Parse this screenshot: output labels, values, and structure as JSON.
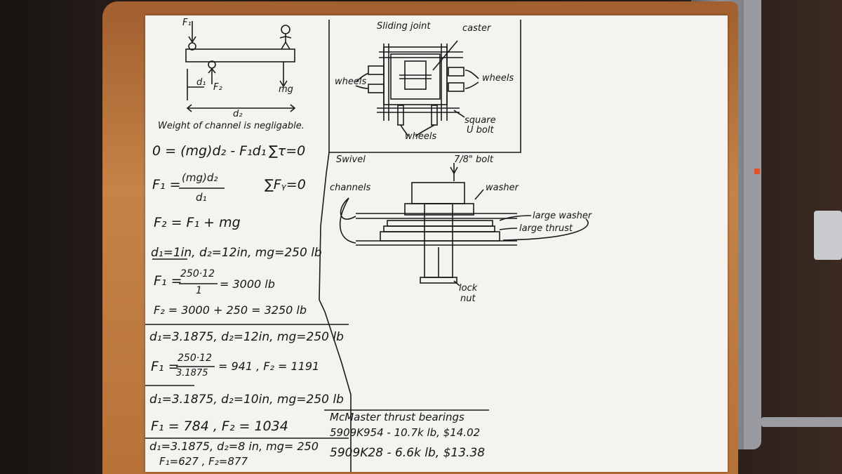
{
  "beam": {
    "f1": "F₁",
    "f2": "F₂",
    "d1": "d₁",
    "mg": "mg",
    "d2": "d₂",
    "note": "Weight of channel is negligable."
  },
  "equations": {
    "torque_eq": "0 = (mg)d₂ - F₁d₁",
    "torque_sum": "∑τ=0",
    "f1_lhs": "F₁ =",
    "f1_num": "(mg)d₂",
    "f1_den": "d₁",
    "fy_sum": "∑Fᵧ=0",
    "f2_eq": "F₂ = F₁ + mg"
  },
  "case1": {
    "params": "d₁=1in, d₂=12in, mg=250 lb",
    "f1_lhs": "F₁ =",
    "f1_num": "250·12",
    "f1_den": "1",
    "f1_res": "= 3000 lb",
    "f2": "F₂ = 3000 + 250 = 3250 lb"
  },
  "case2": {
    "params": "d₁=3.1875, d₂=12in, mg=250 lb",
    "f1_lhs": "F₁ =",
    "f1_num": "250·12",
    "f1_den": "3.1875",
    "f1_res": "= 941 , F₂ = 1191"
  },
  "case3": {
    "params": "d₁=3.1875, d₂=10in, mg=250 lb",
    "results": "F₁ = 784 ,  F₂ = 1034"
  },
  "case4": {
    "params": "d₁=3.1875, d₂=8 in, mg= 250",
    "results": "F₁=627 , F₂=877"
  },
  "sliding": {
    "title": "Sliding joint",
    "caster": "caster",
    "wheels_left": "wheels",
    "wheels_right": "wheels",
    "wheels_bottom": "wheels",
    "square": "square",
    "ubolt": "U bolt"
  },
  "swivel": {
    "title": "Swivel",
    "bolt": "7/8\" bolt",
    "washer": "washer",
    "channels": "channels",
    "large_washer": "large washer",
    "large_thrust": "large thrust",
    "lock": "lock",
    "nut": "nut"
  },
  "bearings": {
    "title": "McMaster thrust bearings",
    "line1": "5909K954 - 10.7k lb, $14.02",
    "line2": "5909K28 - 6.6k lb, $13.38"
  }
}
